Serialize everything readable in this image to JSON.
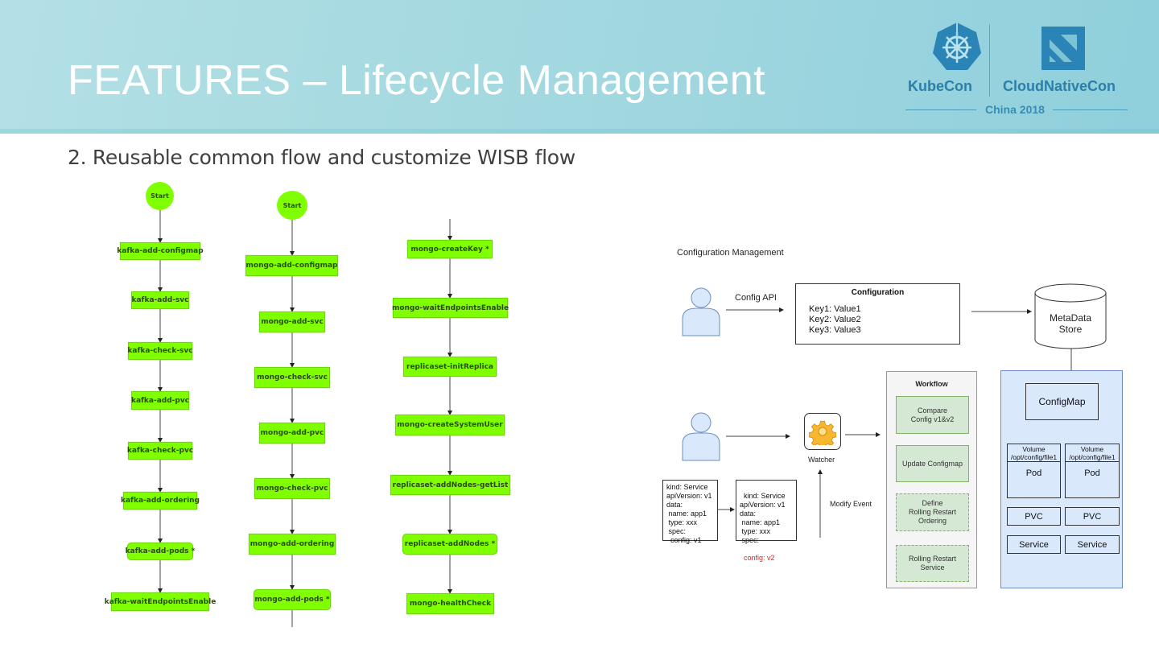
{
  "header": {
    "title": "FEATURES – Lifecycle Management",
    "logos": {
      "kubecon": "KubeCon",
      "cloudnativecon": "CloudNativeCon",
      "event": "China 2018"
    }
  },
  "subtitle": "2. Reusable common flow and customize WISB flow",
  "flows": {
    "kafka": {
      "start": "Start",
      "steps": [
        "kafka-add-configmap",
        "kafka-add-svc",
        "kafka-check-svc",
        "kafka-add-pvc",
        "kafka-check-pvc",
        "kafka-add-ordering",
        "kafka-add-pods *",
        "kafka-waitEndpointsEnable"
      ]
    },
    "mongo": {
      "start": "Start",
      "steps": [
        "mongo-add-configmap",
        "mongo-add-svc",
        "mongo-check-svc",
        "mongo-add-pvc",
        "mongo-check-pvc",
        "mongo-add-ordering",
        "mongo-add-pods *"
      ]
    },
    "replicaset": {
      "steps": [
        "mongo-createKey *",
        "mongo-waitEndpointsEnable",
        "replicaset-initReplica",
        "mongo-createSystemUser",
        "replicaset-addNodes-getList",
        "replicaset-addNodes *",
        "mongo-healthCheck"
      ]
    }
  },
  "config_mgmt": {
    "title": "Configuration Management",
    "api_label": "Config API",
    "configuration": {
      "title": "Configuration",
      "lines": [
        "Key1: Value1",
        "Key2: Value2",
        "Key3: Value3"
      ]
    },
    "store_line1": "MetaData",
    "store_line2": "Store",
    "yaml_v1": "kind: Service\napiVersion: v1\ndata:\n name: app1\n type: xxx\n spec:\n  config: v1",
    "yaml_v2_head": "kind: Service\napiVersion: v1\ndata:\n name: app1\n type: xxx\n spec:",
    "yaml_v2_changed": "  config: v2",
    "watcher_label": "Watcher",
    "modify_event": "Modify Event",
    "workflow": {
      "title": "Workflow",
      "items": [
        "Compare\nConfig v1&v2",
        "Update Configmap",
        "Define\nRolling Restart\nOrdering",
        "Rolling Restart\nService"
      ]
    },
    "k8s": {
      "configmap": "ConfigMap",
      "volume": "Volume\n/opt/config/file1",
      "pod": "Pod",
      "pvc": "PVC",
      "service": "Service"
    },
    "colors": {
      "flow_node": "#7fff00",
      "workflow_item": "#d5e8d4",
      "k8s_panel": "#dae8fc",
      "changed_text": "#e02020"
    }
  }
}
